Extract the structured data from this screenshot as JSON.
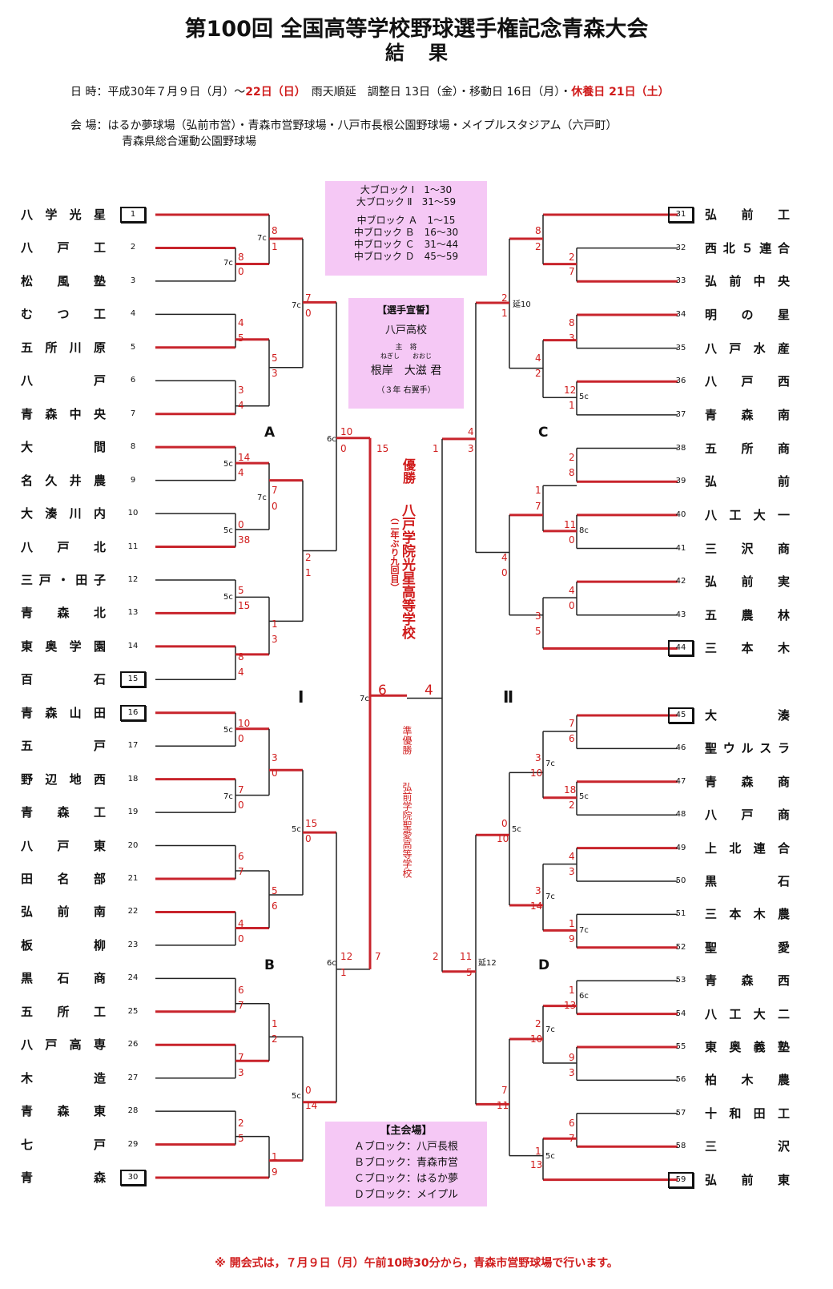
{
  "header": {
    "title": "第100回 全国高等学校野球選手権記念青森大会",
    "subtitle": "結果"
  },
  "schedule": {
    "label": "日 時：",
    "text1": "平成30年７月９日（月）〜",
    "date_red": "22日（日）",
    "text2": "　雨天順延　調整日 13日（金）・移動日 16日（月）・",
    "holiday_red": "休養日 21日（土）"
  },
  "venue": {
    "label": "会 場：",
    "line1": "はるか夢球場（弘前市営）・青森市営野球場・八戸市長根公園野球場・メイプルスタジアム（六戸町）",
    "line2": "青森県総合運動公園野球場"
  },
  "blocks_box": [
    "大ブロック Ⅰ　1〜30",
    "大ブロック Ⅱ　31〜59",
    "",
    "中ブロック Ａ　1〜15",
    "中ブロック Ｂ　16〜30",
    "中ブロック Ｃ　31〜44",
    "中ブロック Ｄ　45〜59"
  ],
  "oath_box": {
    "title": "【選手宣誓】",
    "school": "八戸高校",
    "role": "主　将",
    "ruby": "ねぎし　　おおじ",
    "name": "根岸　大滋 君",
    "detail": "（３年 右翼手）"
  },
  "venue_box": {
    "title": "【主会場】",
    "lines": [
      "Ａブロック：八戸長根",
      "Ｂブロック：青森市営",
      "Ｃブロック：はるか夢",
      "Ｄブロック：メイプル"
    ]
  },
  "block_labels": {
    "A": "A",
    "B": "B",
    "C": "C",
    "D": "D",
    "I": "Ⅰ",
    "II": "Ⅱ"
  },
  "champion": {
    "label": "優勝",
    "team": "八戸学院光星高等学校",
    "note": "（二年ぶり九回目）"
  },
  "runner_up": {
    "label": "準優勝",
    "team": "弘前学院聖愛高等学校"
  },
  "final": {
    "left": "6",
    "right": "4",
    "note": "7c"
  },
  "left_teams": [
    {
      "name": "八学光星",
      "num": "1",
      "seed": true
    },
    {
      "name": "八戸工",
      "num": "2"
    },
    {
      "name": "松風塾",
      "num": "3"
    },
    {
      "name": "むつ工",
      "num": "4"
    },
    {
      "name": "五所川原",
      "num": "5"
    },
    {
      "name": "八戸",
      "num": "6"
    },
    {
      "name": "青森中央",
      "num": "7"
    },
    {
      "name": "大間",
      "num": "8"
    },
    {
      "name": "名久井農",
      "num": "9"
    },
    {
      "name": "大湊川内",
      "num": "10"
    },
    {
      "name": "八戸北",
      "num": "11"
    },
    {
      "name": "三戸・田子",
      "num": "12"
    },
    {
      "name": "青森北",
      "num": "13"
    },
    {
      "name": "東奥学園",
      "num": "14"
    },
    {
      "name": "百石",
      "num": "15",
      "seed": true
    },
    {
      "name": "青森山田",
      "num": "16",
      "seed": true
    },
    {
      "name": "五戸",
      "num": "17"
    },
    {
      "name": "野辺地西",
      "num": "18"
    },
    {
      "name": "青森工",
      "num": "19"
    },
    {
      "name": "八戸東",
      "num": "20"
    },
    {
      "name": "田名部",
      "num": "21"
    },
    {
      "name": "弘前南",
      "num": "22"
    },
    {
      "name": "板柳",
      "num": "23"
    },
    {
      "name": "黒石商",
      "num": "24"
    },
    {
      "name": "五所工",
      "num": "25"
    },
    {
      "name": "八戸高専",
      "num": "26"
    },
    {
      "name": "木造",
      "num": "27"
    },
    {
      "name": "青森東",
      "num": "28"
    },
    {
      "name": "七戸",
      "num": "29"
    },
    {
      "name": "青森",
      "num": "30",
      "seed": true
    }
  ],
  "right_teams": [
    {
      "name": "弘前工",
      "num": "31",
      "seed": true
    },
    {
      "name": "西北５連合",
      "num": "32"
    },
    {
      "name": "弘前中央",
      "num": "33"
    },
    {
      "name": "明の星",
      "num": "34"
    },
    {
      "name": "八戸水産",
      "num": "35"
    },
    {
      "name": "八戸西",
      "num": "36"
    },
    {
      "name": "青森南",
      "num": "37"
    },
    {
      "name": "五所商",
      "num": "38"
    },
    {
      "name": "弘前",
      "num": "39"
    },
    {
      "name": "八工大一",
      "num": "40"
    },
    {
      "name": "三沢商",
      "num": "41"
    },
    {
      "name": "弘前実",
      "num": "42"
    },
    {
      "name": "五農林",
      "num": "43"
    },
    {
      "name": "三本木",
      "num": "44",
      "seed": true
    },
    {
      "name": "大湊",
      "num": "45",
      "seed": true
    },
    {
      "name": "聖ウルスラ",
      "num": "46"
    },
    {
      "name": "青森商",
      "num": "47"
    },
    {
      "name": "八戸商",
      "num": "48"
    },
    {
      "name": "上北連合",
      "num": "49"
    },
    {
      "name": "黒石",
      "num": "50"
    },
    {
      "name": "三本木農",
      "num": "51"
    },
    {
      "name": "聖愛",
      "num": "52"
    },
    {
      "name": "青森西",
      "num": "53"
    },
    {
      "name": "八工大二",
      "num": "54"
    },
    {
      "name": "東奥義塾",
      "num": "55"
    },
    {
      "name": "柏木農",
      "num": "56"
    },
    {
      "name": "十和田工",
      "num": "57"
    },
    {
      "name": "三沢",
      "num": "58"
    },
    {
      "name": "弘前東",
      "num": "59",
      "seed": true
    }
  ],
  "footer": "※ 開会式は，７月９日（月）午前10時30分から，青森市営野球場で行います。"
}
